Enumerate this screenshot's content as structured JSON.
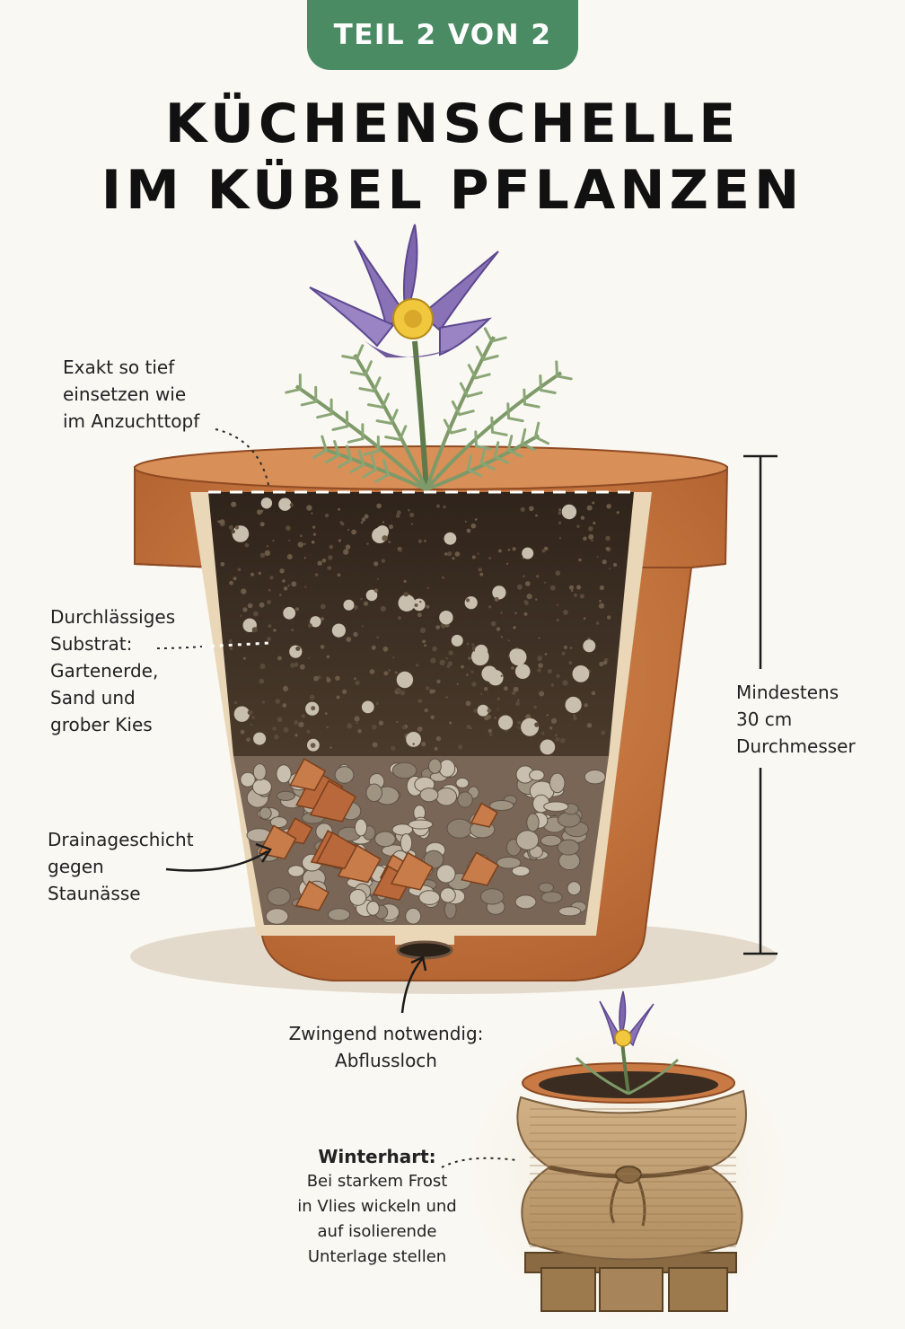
{
  "badge": "TEIL 2 VON 2",
  "title": {
    "line1": "KÜCHENSCHELLE",
    "line2": "IM KÜBEL PFLANZEN"
  },
  "labels": {
    "depth": [
      "Exakt so tief",
      "einsetzen wie",
      "im Anzuchttopf"
    ],
    "substrate": [
      "Durchlässiges",
      "Substrat:",
      "Gartenerde,",
      "Sand und",
      "grober Kies"
    ],
    "drainage": [
      "Drainageschicht",
      "gegen",
      "Staunässe"
    ],
    "diameter": [
      "Mindestens",
      "30 cm",
      "Durchmesser"
    ],
    "hole": [
      "Zwingend notwendig:",
      "Abflussloch"
    ],
    "winter": {
      "heading": "Winterhart:",
      "lines": [
        "Bei starkem Frost",
        "in Vlies wickeln und",
        "auf isolierende",
        "Unterlage stellen"
      ]
    }
  },
  "colors": {
    "badge": "#4b8b63",
    "terracotta": "#c3763f",
    "soil": "#3e3024",
    "flower": "#8a72b6",
    "burlap": "#c7a57a"
  }
}
